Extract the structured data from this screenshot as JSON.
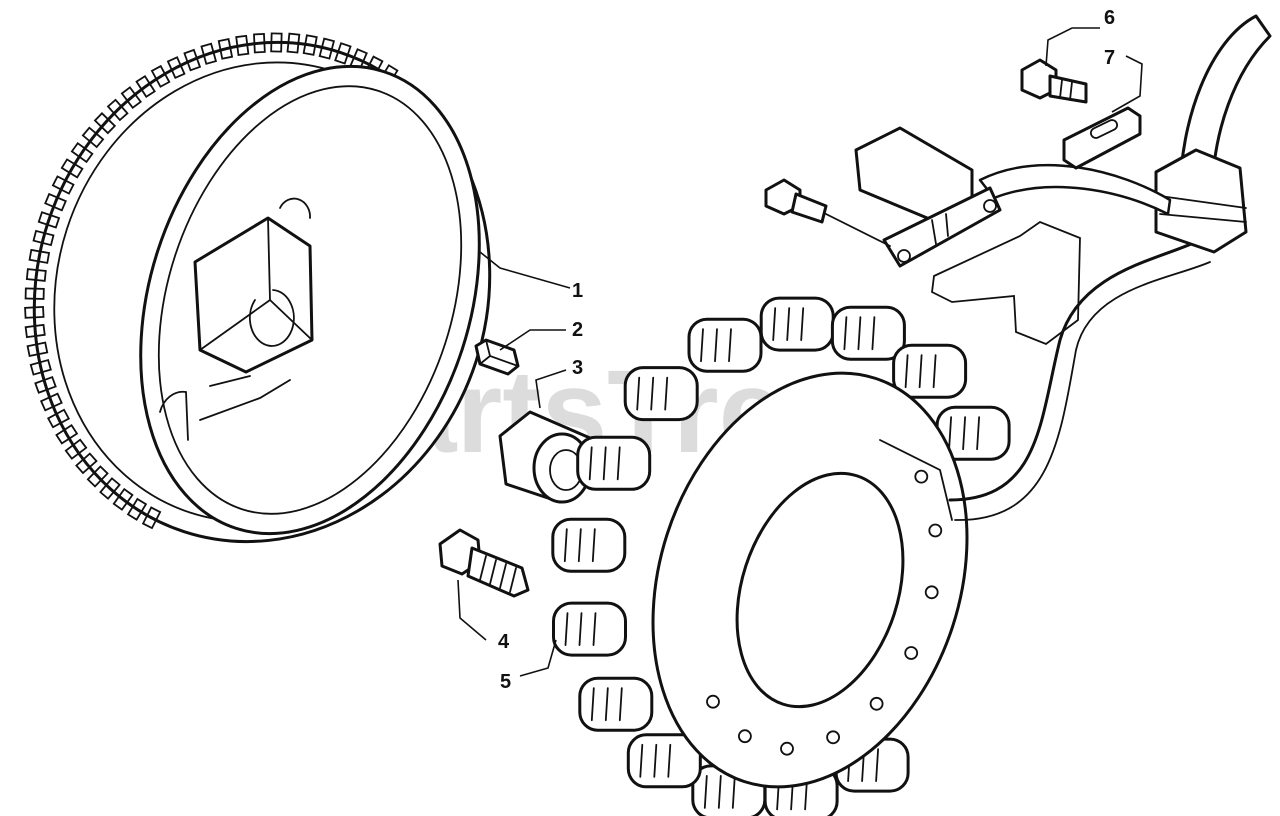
{
  "watermark": {
    "text": "PartsTree",
    "mark": "™"
  },
  "callouts": [
    {
      "number": "1"
    },
    {
      "number": "2"
    },
    {
      "number": "3"
    },
    {
      "number": "4"
    },
    {
      "number": "5"
    },
    {
      "number": "6"
    },
    {
      "number": "7"
    }
  ]
}
